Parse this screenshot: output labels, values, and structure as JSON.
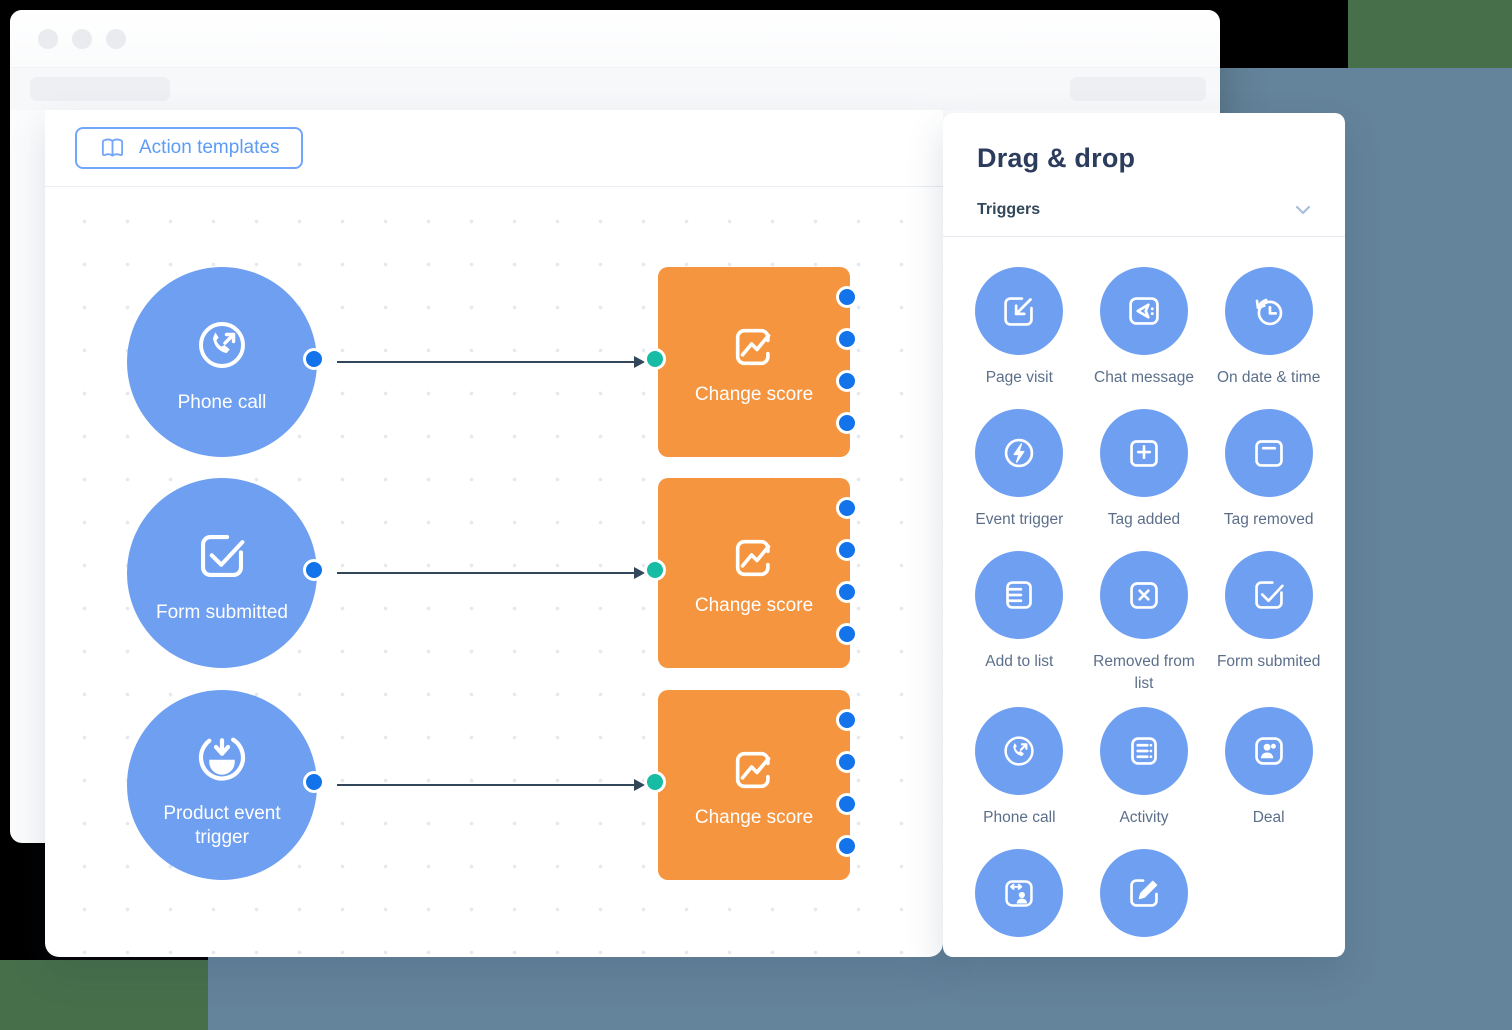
{
  "colors": {
    "accent_blue": "#5C9CF6",
    "node_blue": "#6F9FF1",
    "port_blue": "#1273EB",
    "port_teal": "#17BCA4",
    "action_orange": "#F6953F",
    "arrow_navy": "#33475B",
    "heading_navy": "#2B3C5C",
    "bg_slate": "#64849B",
    "bg_green": "#47704A"
  },
  "toolbar": {
    "templates_button_label": "Action templates",
    "templates_button_icon": "book-icon"
  },
  "canvas": {
    "triggers": [
      {
        "label": "Phone call",
        "icon": "phone-call-icon"
      },
      {
        "label": "Form submitted",
        "icon": "form-check-icon"
      },
      {
        "label": "Product event trigger",
        "icon": "product-event-icon"
      }
    ],
    "actions": [
      {
        "label": "Change score",
        "icon": "score-chart-icon"
      },
      {
        "label": "Change score",
        "icon": "score-chart-icon"
      },
      {
        "label": "Change score",
        "icon": "score-chart-icon"
      }
    ],
    "connections": [
      {
        "from": "Phone call",
        "to": "Change score"
      },
      {
        "from": "Form submitted",
        "to": "Change score"
      },
      {
        "from": "Product event trigger",
        "to": "Change score"
      }
    ]
  },
  "panel": {
    "title": "Drag & drop",
    "section_label": "Triggers",
    "collapse_icon": "chevron-down-icon",
    "items": [
      {
        "label": "Page visit",
        "icon": "page-visit-icon"
      },
      {
        "label": "Chat message",
        "icon": "chat-message-icon"
      },
      {
        "label": "On date & time",
        "icon": "date-time-icon"
      },
      {
        "label": "Event trigger",
        "icon": "event-trigger-icon"
      },
      {
        "label": "Tag added",
        "icon": "tag-added-icon"
      },
      {
        "label": "Tag removed",
        "icon": "tag-removed-icon"
      },
      {
        "label": "Add to list",
        "icon": "add-to-list-icon"
      },
      {
        "label": "Removed from list",
        "icon": "removed-from-list-icon"
      },
      {
        "label": "Form submited",
        "icon": "form-submitted-icon"
      },
      {
        "label": "Phone call",
        "icon": "phone-call-icon"
      },
      {
        "label": "Activity",
        "icon": "activity-icon"
      },
      {
        "label": "Deal",
        "icon": "deal-icon"
      },
      {
        "label": "",
        "icon": "contact-transfer-icon"
      },
      {
        "label": "",
        "icon": "compose-icon"
      }
    ]
  }
}
